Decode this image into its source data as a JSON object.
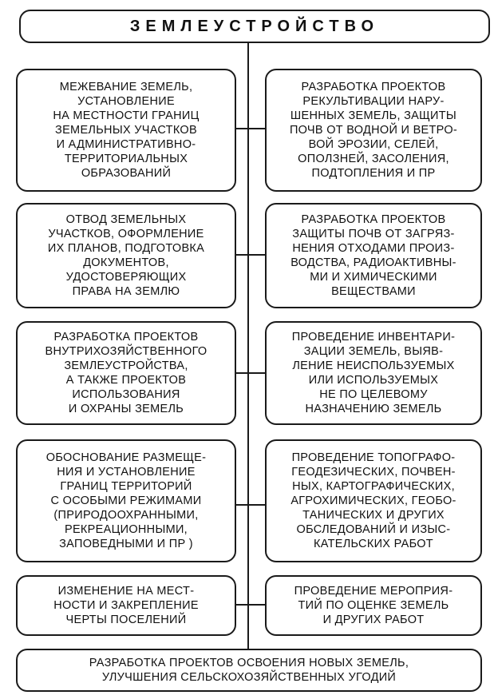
{
  "title": "ЗЕМЛЕУСТРОЙСТВО",
  "left_column": [
    "МЕЖЕВАНИЕ  ЗЕМЕЛЬ,\nУСТАНОВЛЕНИЕ\nНА МЕСТНОСТИ ГРАНИЦ\nЗЕМЕЛЬНЫХ УЧАСТКОВ\nИ АДМИНИСТРАТИВНО-\nТЕРРИТОРИАЛЬНЫХ\nОБРАЗОВАНИЙ",
    "ОТВОД ЗЕМЕЛЬНЫХ\nУЧАСТКОВ, ОФОРМЛЕНИЕ\nИХ ПЛАНОВ, ПОДГОТОВКА\nДОКУМЕНТОВ,\nУДОСТОВЕРЯЮЩИХ\nПРАВА НА ЗЕМЛЮ",
    "РАЗРАБОТКА ПРОЕКТОВ\nВНУТРИХОЗЯЙСТВЕННОГО\nЗЕМЛЕУСТРОЙСТВА,\nА ТАКЖЕ ПРОЕКТОВ\nИСПОЛЬЗОВАНИЯ\nИ ОХРАНЫ ЗЕМЕЛЬ",
    "ОБОСНОВАНИЕ РАЗМЕЩЕ-\nНИЯ И УСТАНОВЛЕНИЕ\nГРАНИЦ ТЕРРИТОРИЙ\nС ОСОБЫМИ РЕЖИМАМИ\n(ПРИРОДООХРАННЫМИ,\nРЕКРЕАЦИОННЫМИ,\nЗАПОВЕДНЫМИ И ПР )",
    "ИЗМЕНЕНИЕ НА МЕСТ-\nНОСТИ И ЗАКРЕПЛЕНИЕ\nЧЕРТЫ ПОСЕЛЕНИЙ"
  ],
  "right_column": [
    "РАЗРАБОТКА ПРОЕКТОВ\nРЕКУЛЬТИВАЦИИ НАРУ-\nШЕННЫХ ЗЕМЕЛЬ, ЗАЩИТЫ\nПОЧВ ОТ ВОДНОЙ И ВЕТРО-\nВОЙ ЭРОЗИИ, СЕЛЕЙ,\nОПОЛЗНЕЙ, ЗАСОЛЕНИЯ,\nПОДТОПЛЕНИЯ И ПР",
    "РАЗРАБОТКА ПРОЕКТОВ\nЗАЩИТЫ ПОЧВ ОТ ЗАГРЯЗ-\nНЕНИЯ ОТХОДАМИ ПРОИЗ-\nВОДСТВА, РАДИОАКТИВНЫ-\nМИ И ХИМИЧЕСКИМИ\nВЕЩЕСТВАМИ",
    "ПРОВЕДЕНИЕ ИНВЕНТАРИ-\nЗАЦИИ ЗЕМЕЛЬ, ВЫЯВ-\nЛЕНИЕ НЕИСПОЛЬЗУЕМЫХ\nИЛИ ИСПОЛЬЗУЕМЫХ\nНЕ ПО ЦЕЛЕВОМУ\nНАЗНАЧЕНИЮ ЗЕМЕЛЬ",
    "ПРОВЕДЕНИЕ ТОПОГРАФО-\nГЕОДЕЗИЧЕСКИХ, ПОЧВЕН-\nНЫХ, КАРТОГРАФИЧЕСКИХ,\nАГРОХИМИЧЕСКИХ, ГЕОБО-\nТАНИЧЕСКИХ И ДРУГИХ\nОБСЛЕДОВАНИЙ И ИЗЫС-\nКАТЕЛЬСКИХ РАБОТ",
    "ПРОВЕДЕНИЕ МЕРОПРИЯ-\nТИЙ ПО ОЦЕНКЕ ЗЕМЕЛЬ\nИ ДРУГИХ РАБОТ"
  ],
  "bottom": "РАЗРАБОТКА ПРОЕКТОВ ОСВОЕНИЯ НОВЫХ ЗЕМЕЛЬ,\nУЛУЧШЕНИЯ СЕЛЬСКОХОЗЯЙСТВЕННЫХ УГОДИЙ"
}
